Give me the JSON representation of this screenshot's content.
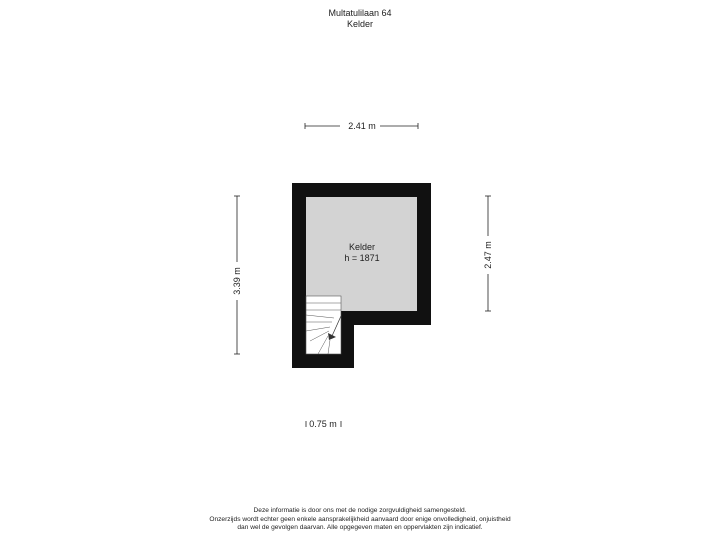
{
  "header": {
    "address": "Multatulilaan 64",
    "floor": "Kelder"
  },
  "room": {
    "name": "Kelder",
    "height": "h = 1871"
  },
  "dimensions": {
    "top_width": "2.41 m",
    "left_height": "3.39 m",
    "right_height": "2.47 m",
    "bottom_width": "0.75 m"
  },
  "colors": {
    "wall": "#111111",
    "floor": "#d3d3d3",
    "text": "#222222"
  },
  "footer": {
    "line1": "Deze informatie is door ons met de nodige zorgvuldigheid samengesteld.",
    "line2": "Onzerzijds wordt echter geen enkele aansprakelijkheid aanvaard door enige onvolledigheid, onjuistheid",
    "line3": "dan wel de gevolgen daarvan. Alle opgegeven maten en oppervlakten zijn indicatief."
  }
}
